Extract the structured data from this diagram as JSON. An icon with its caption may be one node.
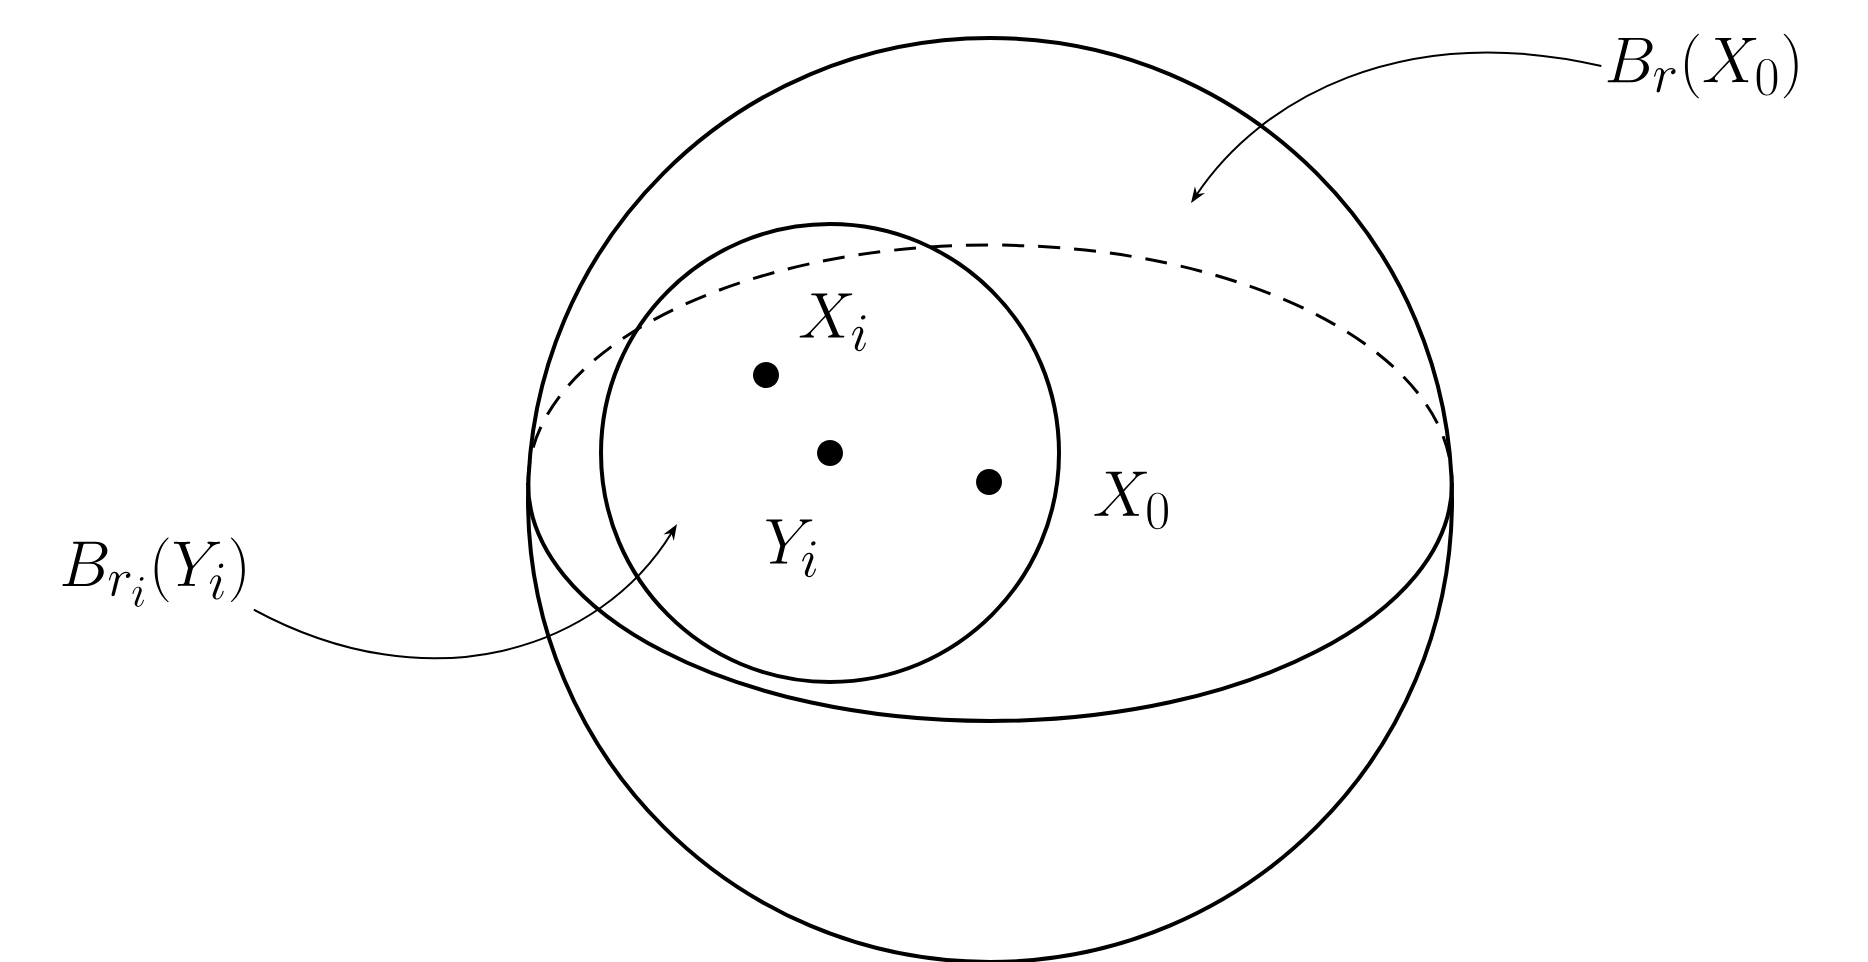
{
  "diagram": {
    "nodes": [
      {
        "text": [
          "B_r(X_0)"
        ]
      },
      {
        "text": [],
        "shape": "circle"
      },
      {
        "text": [],
        "shape": "circle",
        "in": 1
      },
      {
        "text": [
          "B_{r_i}(Y_i)"
        ]
      }
    ],
    "edges": [
      {
        "from": 0,
        "to": 1,
        "arrow": "to"
      },
      {
        "from": 3,
        "to": 2,
        "arrow": "to"
      }
    ],
    "labels": [
      "X_i",
      "Y_i",
      "X_0"
    ]
  }
}
